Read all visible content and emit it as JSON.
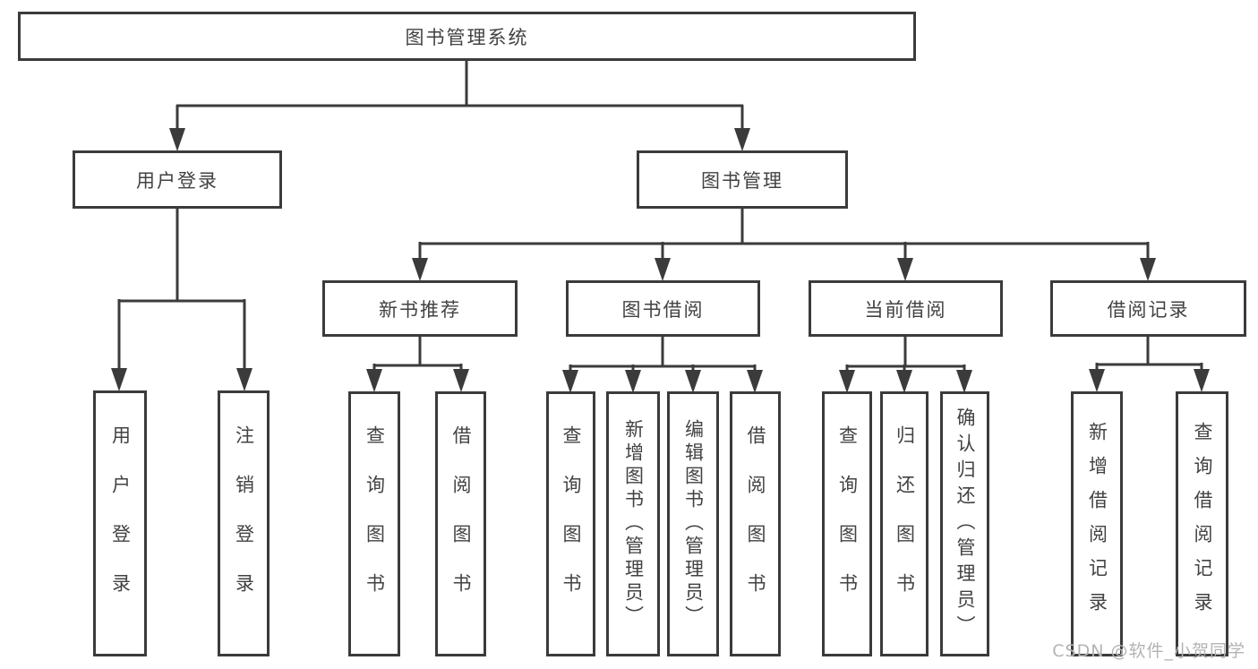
{
  "diagram": {
    "root": {
      "label": "图书管理系统"
    },
    "branches": [
      {
        "label": "用户登录",
        "children": [
          {
            "label": "用户登录"
          },
          {
            "label": "注销登录"
          }
        ]
      },
      {
        "label": "图书管理",
        "children": [
          {
            "label": "新书推荐",
            "children": [
              {
                "label": "查询图书"
              },
              {
                "label": "借阅图书"
              }
            ]
          },
          {
            "label": "图书借阅",
            "children": [
              {
                "label": "查询图书"
              },
              {
                "label": "新增图书（管理员）"
              },
              {
                "label": "编辑图书（管理员）"
              },
              {
                "label": "借阅图书"
              }
            ]
          },
          {
            "label": "当前借阅",
            "children": [
              {
                "label": "查询图书"
              },
              {
                "label": "归还图书"
              },
              {
                "label": "确认归还（管理员）"
              }
            ]
          },
          {
            "label": "借阅记录",
            "children": [
              {
                "label": "新增借阅记录"
              },
              {
                "label": "查询借阅记录"
              }
            ]
          }
        ]
      }
    ]
  },
  "watermark": {
    "text": "CSDN @软件_小贺同学"
  },
  "colors": {
    "line": "#3b3b3b",
    "text": "#424242",
    "watermark": "#b3b3b3",
    "background": "#ffffff"
  }
}
